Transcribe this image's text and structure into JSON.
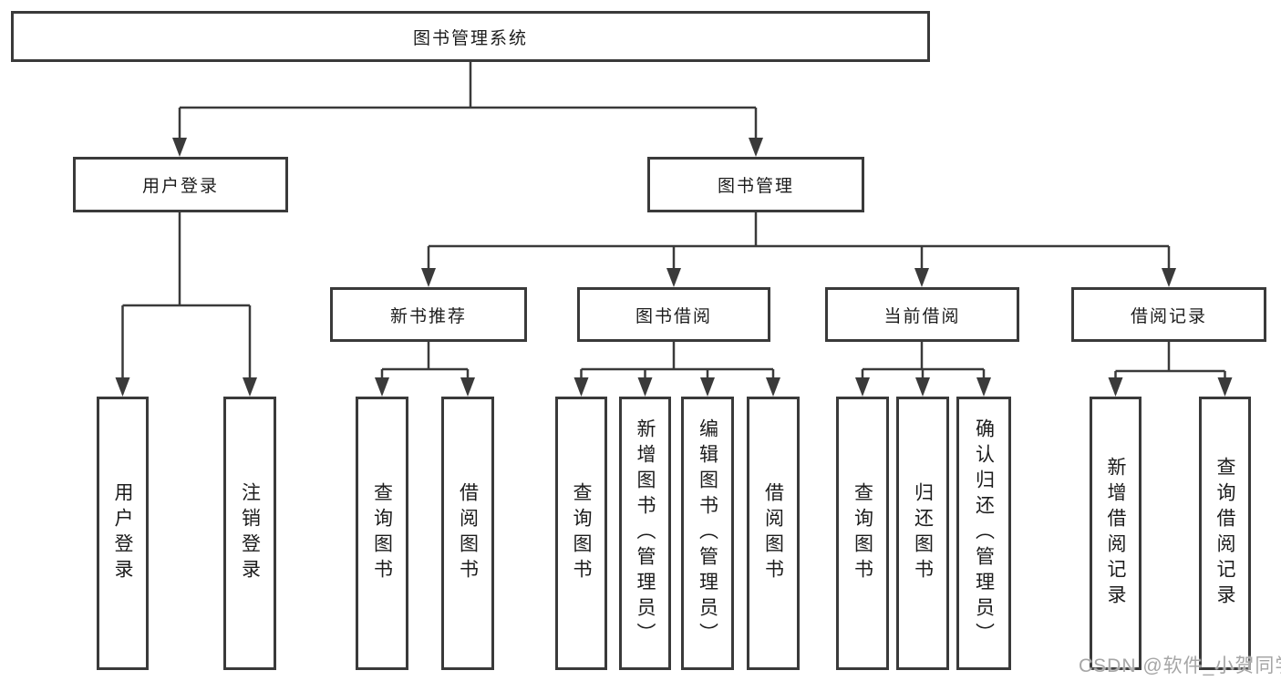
{
  "colors": {
    "line": "#3a3a3a",
    "text": "#1c1c1c",
    "watermark": "#a6a6a6",
    "bg": "#ffffff"
  },
  "nodes": {
    "root": "图书管理系统",
    "user_login": {
      "label": "用户登录",
      "children": [
        "用户登录",
        "注销登录"
      ]
    },
    "book_mgmt": {
      "label": "图书管理",
      "children": {
        "new_book_rec": {
          "label": "新书推荐",
          "children": [
            "查询图书",
            "借阅图书"
          ]
        },
        "book_borrow": {
          "label": "图书借阅",
          "children": [
            "查询图书",
            "新增图书（管理员）",
            "编辑图书（管理员）",
            "借阅图书"
          ]
        },
        "current_borrow": {
          "label": "当前借阅",
          "children": [
            "查询图书",
            "归还图书",
            "确认归还（管理员）"
          ]
        },
        "borrow_records": {
          "label": "借阅记录",
          "children": [
            "新增借阅记录",
            "查询借阅记录"
          ]
        }
      }
    }
  },
  "watermark": "CSDN @软件_小贺同学"
}
